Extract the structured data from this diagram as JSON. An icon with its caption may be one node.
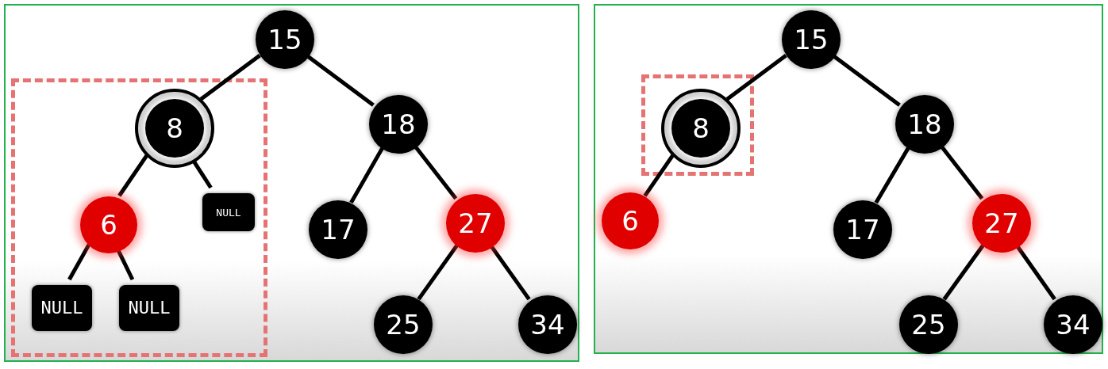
{
  "diagram": {
    "nodes": [
      {
        "text": [],
        "shape": "box"
      },
      {
        "text": [],
        "shape": "box",
        "in": 0
      },
      {
        "text": [
          "15"
        ],
        "in": 0
      },
      {
        "text": [
          "8"
        ],
        "in": 1
      },
      {
        "text": [
          "6"
        ],
        "in": 1
      },
      {
        "text": [
          "NULL"
        ],
        "in": 1
      },
      {
        "text": [
          "NULL"
        ],
        "in": 1
      },
      {
        "text": [
          "NULL"
        ],
        "in": 1
      },
      {
        "text": [
          "18"
        ],
        "in": 0
      },
      {
        "text": [
          "17"
        ],
        "in": 0
      },
      {
        "text": [
          "27"
        ],
        "in": 0
      },
      {
        "text": [
          "25"
        ],
        "in": 0
      },
      {
        "text": [
          "34"
        ],
        "in": 0
      },
      {
        "text": [],
        "shape": "box"
      },
      {
        "text": [],
        "shape": "box",
        "in": 13
      },
      {
        "text": [
          "15"
        ],
        "in": 13
      },
      {
        "text": [
          "8"
        ],
        "in": 14
      },
      {
        "text": [
          "6"
        ],
        "in": 13
      },
      {
        "text": [
          "18"
        ],
        "in": 13
      },
      {
        "text": [
          "17"
        ],
        "in": 13
      },
      {
        "text": [
          "27"
        ],
        "in": 13
      },
      {
        "text": [
          "25"
        ],
        "in": 13
      },
      {
        "text": [
          "34"
        ],
        "in": 13
      }
    ],
    "edges": [
      {
        "from": 2,
        "to": 3,
        "arrow": "none"
      },
      {
        "from": 2,
        "to": 8,
        "arrow": "none"
      },
      {
        "from": 3,
        "to": 4,
        "arrow": "none"
      },
      {
        "from": 3,
        "to": 5,
        "arrow": "none"
      },
      {
        "from": 4,
        "to": 6,
        "arrow": "none"
      },
      {
        "from": 4,
        "to": 7,
        "arrow": "none"
      },
      {
        "from": 8,
        "to": 9,
        "arrow": "none"
      },
      {
        "from": 8,
        "to": 10,
        "arrow": "none"
      },
      {
        "from": 10,
        "to": 11,
        "arrow": "none"
      },
      {
        "from": 10,
        "to": 12,
        "arrow": "none"
      },
      {
        "from": 15,
        "to": 16,
        "arrow": "none"
      },
      {
        "from": 15,
        "to": 18,
        "arrow": "none"
      },
      {
        "from": 16,
        "to": 17,
        "arrow": "none"
      },
      {
        "from": 18,
        "to": 19,
        "arrow": "none"
      },
      {
        "from": 18,
        "to": 20,
        "arrow": "none"
      },
      {
        "from": 20,
        "to": 21,
        "arrow": "none"
      },
      {
        "from": 20,
        "to": 22,
        "arrow": "none"
      }
    ]
  }
}
